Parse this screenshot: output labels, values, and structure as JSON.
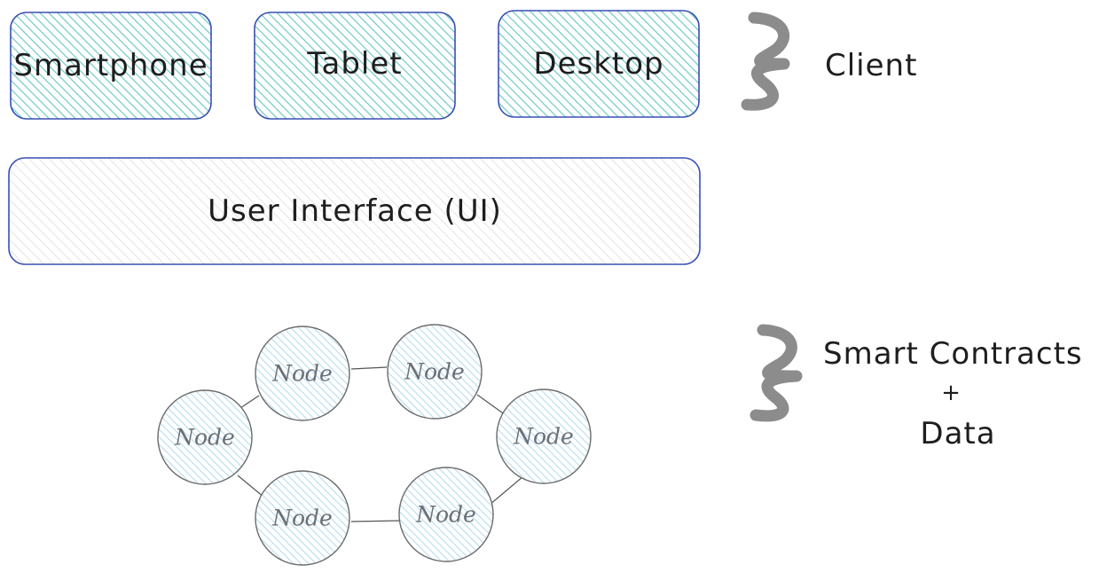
{
  "clients": [
    {
      "label": "Smartphone"
    },
    {
      "label": "Tablet"
    },
    {
      "label": "Desktop"
    }
  ],
  "ui_layer": {
    "label": "User Interface (UI)"
  },
  "network": {
    "nodes": [
      {
        "label": "Node"
      },
      {
        "label": "Node"
      },
      {
        "label": "Node"
      },
      {
        "label": "Node"
      },
      {
        "label": "Node"
      },
      {
        "label": "Node"
      }
    ]
  },
  "annotations": {
    "client": "Client",
    "backend_line1": "Smart Contracts",
    "backend_plus": "+",
    "backend_line2": "Data"
  },
  "colors": {
    "device_fill": "#7fd3d0",
    "ui_fill": "#d8d8d8",
    "node_fill": "#a8d3ea",
    "box_stroke": "#3a4fb3",
    "brace": "#8c8c8c"
  }
}
